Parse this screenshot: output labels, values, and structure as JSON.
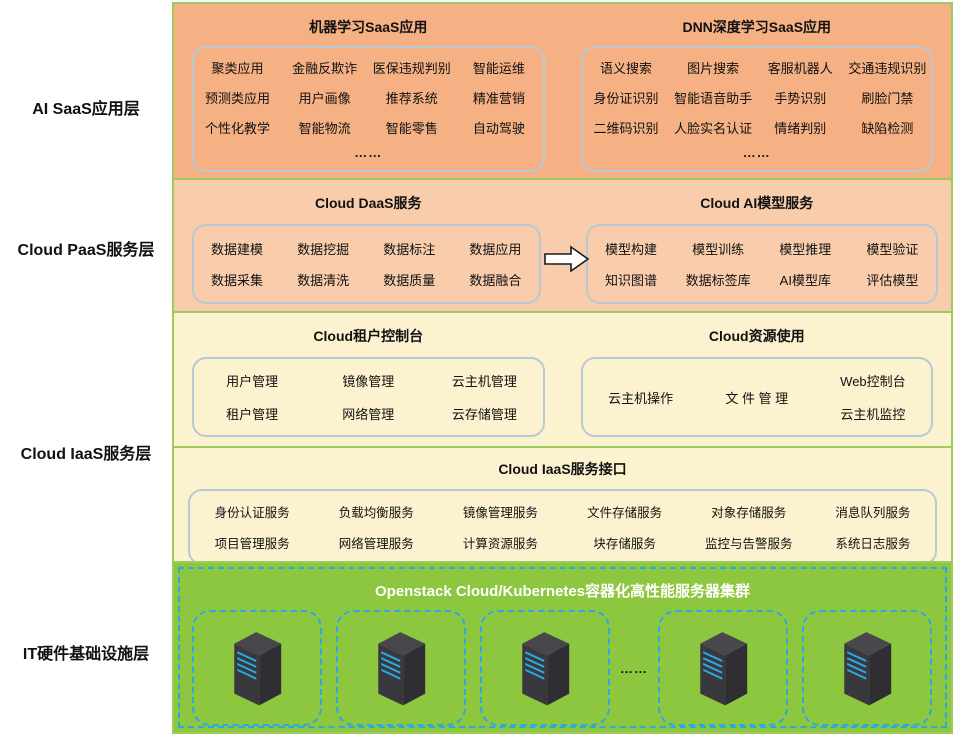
{
  "colors": {
    "saas_bg": "#f5b083",
    "paas_bg": "#f9cdac",
    "iaas_bg": "#fdf2cf",
    "hardware_bg": "#8dc63f",
    "section_border_green": "#9ecb5b",
    "inner_box_border": "#b7cad4",
    "dashed_border_blue": "#2ba9e0",
    "server_led_blue": "#2aa8e0",
    "hardware_title_color": "#ffffff"
  },
  "side_labels": {
    "saas": "AI SaaS应用层",
    "paas": "Cloud PaaS服务层",
    "iaas": "Cloud IaaS服务层",
    "hardware": "IT硬件基础设施层"
  },
  "saas": {
    "ml": {
      "title": "机器学习SaaS应用",
      "items": [
        "聚类应用",
        "金融反欺诈",
        "医保违规判别",
        "智能运维",
        "预测类应用",
        "用户画像",
        "推荐系统",
        "精准营销",
        "个性化教学",
        "智能物流",
        "智能零售",
        "自动驾驶"
      ],
      "ellipsis": "……"
    },
    "dnn": {
      "title": "DNN深度学习SaaS应用",
      "items": [
        "语义搜索",
        "图片搜索",
        "客服机器人",
        "交通违规识别",
        "身份证识别",
        "智能语音助手",
        "手势识别",
        "刷脸门禁",
        "二维码识别",
        "人脸实名认证",
        "情绪判别",
        "缺陷检测"
      ],
      "ellipsis": "……"
    }
  },
  "paas": {
    "daas": {
      "title": "Cloud DaaS服务",
      "items": [
        "数据建模",
        "数据挖掘",
        "数据标注",
        "数据应用",
        "数据采集",
        "数据清洗",
        "数据质量",
        "数据融合"
      ]
    },
    "ai_model": {
      "title": "Cloud AI模型服务",
      "items": [
        "模型构建",
        "模型训练",
        "模型推理",
        "模型验证",
        "知识图谱",
        "数据标签库",
        "AI模型库",
        "评估模型"
      ]
    },
    "flow_arrow": "right-arrow"
  },
  "iaas": {
    "console": {
      "title": "Cloud租户控制台",
      "items": [
        "用户管理",
        "镜像管理",
        "云主机管理",
        "租户管理",
        "网络管理",
        "云存储管理"
      ]
    },
    "resource": {
      "title": "Cloud资源使用",
      "items": [
        "云主机操作",
        "文 件 管 理",
        "Web控制台",
        "云主机监控"
      ]
    },
    "api": {
      "title": "Cloud IaaS服务接口",
      "items": [
        "身份认证服务",
        "负载均衡服务",
        "镜像管理服务",
        "文件存储服务",
        "对象存储服务",
        "消息队列服务",
        "项目管理服务",
        "网络管理服务",
        "计算资源服务",
        "块存储服务",
        "监控与告警服务",
        "系统日志服务"
      ]
    }
  },
  "hardware": {
    "title": "Openstack Cloud/Kubernetes容器化高性能服务器集群",
    "ellipsis": "……",
    "server_icon": "server-tower-icon",
    "server_count": 5
  }
}
